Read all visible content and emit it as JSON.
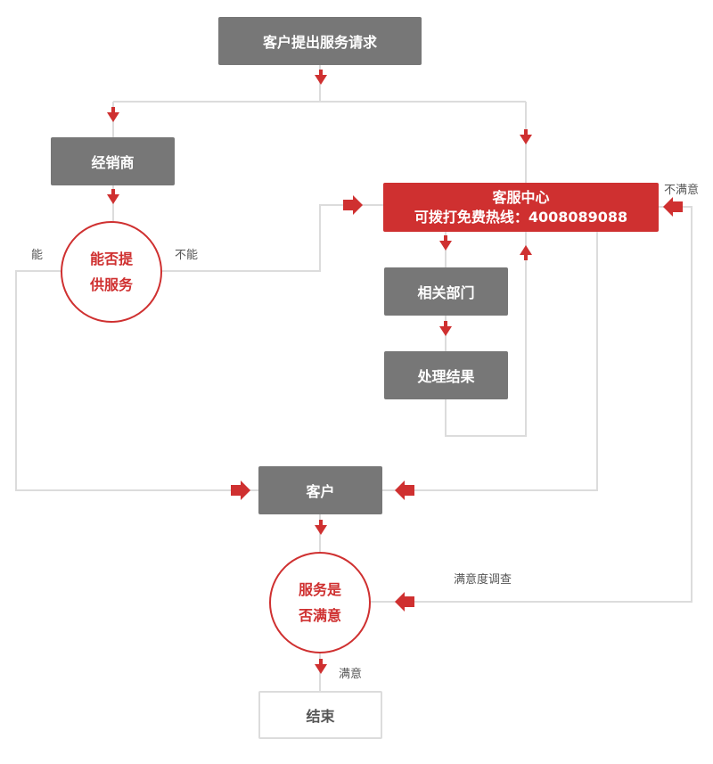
{
  "nodes": {
    "request": "客户提出服务请求",
    "dealer": "经销商",
    "can_serve_1": "能否提",
    "can_serve_2": "供服务",
    "service_center_title": "客服中心",
    "service_center_hotline": "可拨打免费热线：4008089088",
    "related_dept": "相关部门",
    "handle_result": "处理结果",
    "customer": "客户",
    "satisfied_q_1": "服务是",
    "satisfied_q_2": "否满意",
    "end": "结束"
  },
  "labels": {
    "can": "能",
    "cannot": "不能",
    "unsatisfied": "不满意",
    "survey": "满意度调查",
    "satisfied": "满意"
  },
  "colors": {
    "red": "#cf3030",
    "gray_box": "#777777",
    "line": "#dcdcdc"
  }
}
